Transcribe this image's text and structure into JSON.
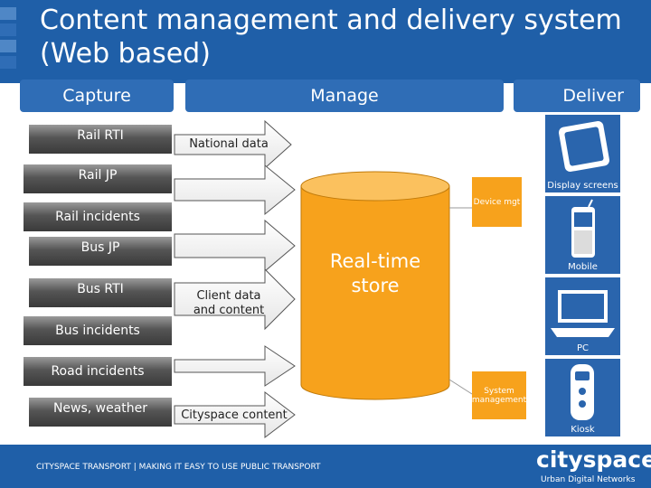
{
  "title": "Content management and delivery system (Web based)",
  "headers": {
    "capture": "Capture",
    "manage": "Manage",
    "deliver": "Deliver"
  },
  "sources": {
    "rail_rti": "Rail RTI",
    "rail_jp": "Rail JP",
    "rail_incidents": "Rail incidents",
    "bus_jp": "Bus JP",
    "bus_rti": "Bus RTI",
    "bus_incidents": "Bus incidents",
    "road_incidents": "Road incidents",
    "news_weather": "News, weather"
  },
  "arrow_labels": {
    "national_data": "National data",
    "client_data": "Client data and content",
    "cityspace_content": "Cityspace content"
  },
  "store_label": "Real-time store",
  "boxes": {
    "device_mgt": "Device mgt",
    "system_management": "System management"
  },
  "devices": {
    "display_screens": "Display screens",
    "mobile": "Mobile",
    "pc": "PC",
    "kiosk": "Kiosk"
  },
  "footer": {
    "text": "CITYSPACE TRANSPORT | MAKING IT EASY TO USE PUBLIC TRANSPORT",
    "logo": "cityspace",
    "tagline": "Urban Digital Networks"
  },
  "colors": {
    "brand_blue": "#1f5fa8",
    "store_orange": "#f7a21c",
    "capture_grey": "#555555"
  }
}
